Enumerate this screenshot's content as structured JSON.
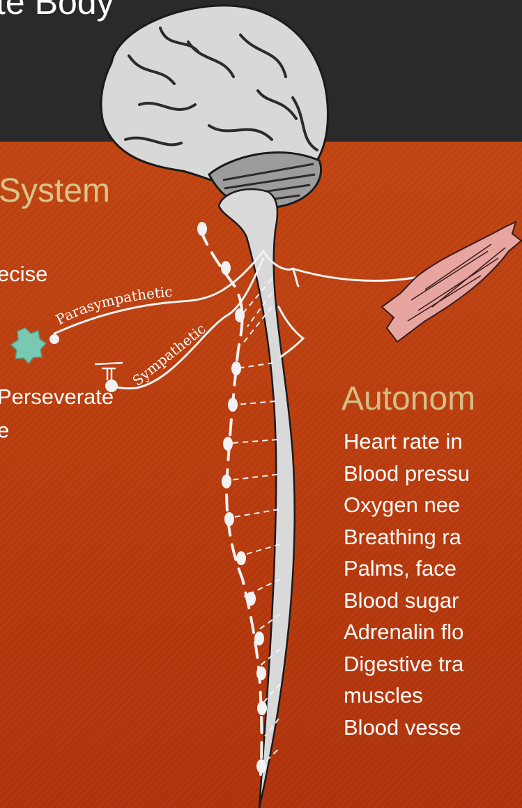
{
  "header": {
    "title": "te Body"
  },
  "left_panel": {
    "heading": "System",
    "line_1": "ecise",
    "line_2": "Perseverate",
    "line_3": "e"
  },
  "diagram": {
    "pathway_labels": {
      "parasympathetic": "Parasympathetic",
      "sympathetic": "Sympathetic"
    }
  },
  "right_panel": {
    "heading": "Autonom",
    "items": [
      "Heart rate in",
      "Blood pressu",
      "Oxygen nee",
      "Breathing ra",
      "Palms, face",
      "Blood sugar",
      "Adrenalin flo",
      "Digestive tra",
      "muscles",
      "Blood vesse"
    ]
  },
  "colors": {
    "background": "#b9370e",
    "header_band": "#2a2a2a",
    "heading_gold": "#d9c48a",
    "nerve_white": "#f2f2f2",
    "brain_grey": "#d8d8d8",
    "muscle_pink": "#e7a5a0",
    "gland_teal": "#79c9b2"
  }
}
